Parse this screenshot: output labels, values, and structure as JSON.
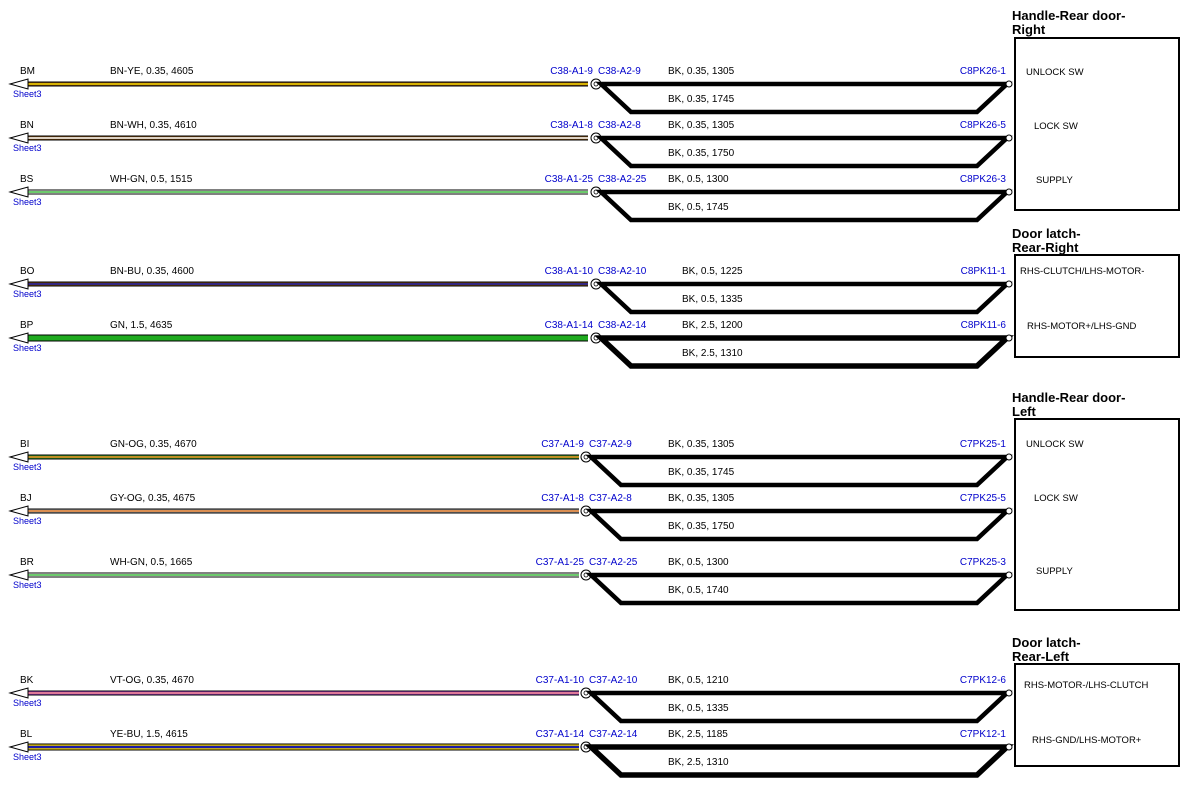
{
  "colors": {
    "BN-YE": [
      "#7a4a10",
      "#f5d500"
    ],
    "BN-WH": [
      "#7a4a10",
      "#ffffff"
    ],
    "WH-GN": [
      "#ffffff",
      "#3cb83c"
    ],
    "BN-BU": [
      "#7a4a10",
      "#1c1ca8"
    ],
    "GN": [
      "#1faa1f",
      "#1faa1f"
    ],
    "GN-OG": [
      "#2e9b2e",
      "#f08a1e"
    ],
    "GY-OG": [
      "#9a9a9a",
      "#f08a3a"
    ],
    "VT-OG": [
      "#a040c0",
      "#f28a8a"
    ],
    "YE-BU": [
      "#f5d500",
      "#1c1ca8"
    ],
    "black": "#000000",
    "link_blue": "#0000cc"
  },
  "components": [
    {
      "id": "handle-rear-right",
      "title_lines": [
        "Handle-Rear door-",
        "Right"
      ],
      "pins": [
        {
          "label": "UNLOCK SW"
        },
        {
          "label": "LOCK SW"
        },
        {
          "label": "SUPPLY"
        }
      ]
    },
    {
      "id": "latch-rear-right",
      "title_lines": [
        "Door latch-",
        "Rear-Right"
      ],
      "pins": [
        {
          "label": "RHS-CLUTCH/LHS-MOTOR-"
        },
        {
          "label": "RHS-MOTOR+/LHS-GND"
        }
      ]
    },
    {
      "id": "handle-rear-left",
      "title_lines": [
        "Handle-Rear door-",
        "Left"
      ],
      "pins": [
        {
          "label": "UNLOCK SW"
        },
        {
          "label": "LOCK SW"
        },
        {
          "label": "SUPPLY"
        }
      ]
    },
    {
      "id": "latch-rear-left",
      "title_lines": [
        "Door latch-",
        "Rear-Left"
      ],
      "pins": [
        {
          "label": "RHS-MOTOR-/LHS-CLUTCH"
        },
        {
          "label": "RHS-GND/LHS-MOTOR+"
        }
      ]
    }
  ],
  "circuits": [
    {
      "id": "BM",
      "sheet": "Sheet3",
      "wire": "BN-YE,  0.35,  4605",
      "color": "BN-YE",
      "gauge": 0.35,
      "conn_a1": "C38-A1-9",
      "conn_a2": "C38-A2-9",
      "bk1": "BK,  0.35,  1305",
      "bk2": "BK,  0.35,  1745",
      "end": "C8PK26-1"
    },
    {
      "id": "BN",
      "sheet": "Sheet3",
      "wire": "BN-WH,  0.35,  4610",
      "color": "BN-WH",
      "gauge": 0.35,
      "conn_a1": "C38-A1-8",
      "conn_a2": "C38-A2-8",
      "bk1": "BK,  0.35,  1305",
      "bk2": "BK,  0.35,  1750",
      "end": "C8PK26-5"
    },
    {
      "id": "BS",
      "sheet": "Sheet3",
      "wire": "WH-GN,  0.5,  1515",
      "color": "WH-GN",
      "gauge": 0.5,
      "conn_a1": "C38-A1-25",
      "conn_a2": "C38-A2-25",
      "bk1": "BK,  0.5,  1300",
      "bk2": "BK,  0.5,  1745",
      "end": "C8PK26-3"
    },
    {
      "id": "BO",
      "sheet": "Sheet3",
      "wire": "BN-BU,  0.35,  4600",
      "color": "BN-BU",
      "gauge": 0.35,
      "conn_a1": "C38-A1-10",
      "conn_a2": "C38-A2-10",
      "bk1": "BK,  0.5,  1225",
      "bk2": "BK,  0.5,  1335",
      "end": "C8PK11-1"
    },
    {
      "id": "BP",
      "sheet": "Sheet3",
      "wire": "GN,  1.5,  4635",
      "color": "GN",
      "gauge": 1.5,
      "conn_a1": "C38-A1-14",
      "conn_a2": "C38-A2-14",
      "bk1": "BK,  2.5,  1200",
      "bk2": "BK,  2.5,  1310",
      "end": "C8PK11-6"
    },
    {
      "id": "BI",
      "sheet": "Sheet3",
      "wire": "GN-OG,  0.35,  4670",
      "color": "GN-OG",
      "gauge": 0.35,
      "conn_a1": "C37-A1-9",
      "conn_a2": "C37-A2-9",
      "bk1": "BK,  0.35,  1305",
      "bk2": "BK,  0.35,  1745",
      "end": "C7PK25-1"
    },
    {
      "id": "BJ",
      "sheet": "Sheet3",
      "wire": "GY-OG,  0.35,  4675",
      "color": "GY-OG",
      "gauge": 0.35,
      "conn_a1": "C37-A1-8",
      "conn_a2": "C37-A2-8",
      "bk1": "BK,  0.35,  1305",
      "bk2": "BK,  0.35,  1750",
      "end": "C7PK25-5"
    },
    {
      "id": "BR",
      "sheet": "Sheet3",
      "wire": "WH-GN,  0.5,  1665",
      "color": "WH-GN",
      "gauge": 0.5,
      "conn_a1": "C37-A1-25",
      "conn_a2": "C37-A2-25",
      "bk1": "BK,  0.5,  1300",
      "bk2": "BK,  0.5,  1740",
      "end": "C7PK25-3"
    },
    {
      "id": "BK",
      "sheet": "Sheet3",
      "wire": "VT-OG,  0.35,  4670",
      "color": "VT-OG",
      "gauge": 0.35,
      "conn_a1": "C37-A1-10",
      "conn_a2": "C37-A2-10",
      "bk1": "BK,  0.5,  1210",
      "bk2": "BK,  0.5,  1335",
      "end": "C7PK12-6"
    },
    {
      "id": "BL",
      "sheet": "Sheet3",
      "wire": "YE-BU,  1.5,  4615",
      "color": "YE-BU",
      "gauge": 1.5,
      "conn_a1": "C37-A1-14",
      "conn_a2": "C37-A2-14",
      "bk1": "BK,  2.5,  1185",
      "bk2": "BK,  2.5,  1310",
      "end": "C7PK12-1"
    }
  ]
}
